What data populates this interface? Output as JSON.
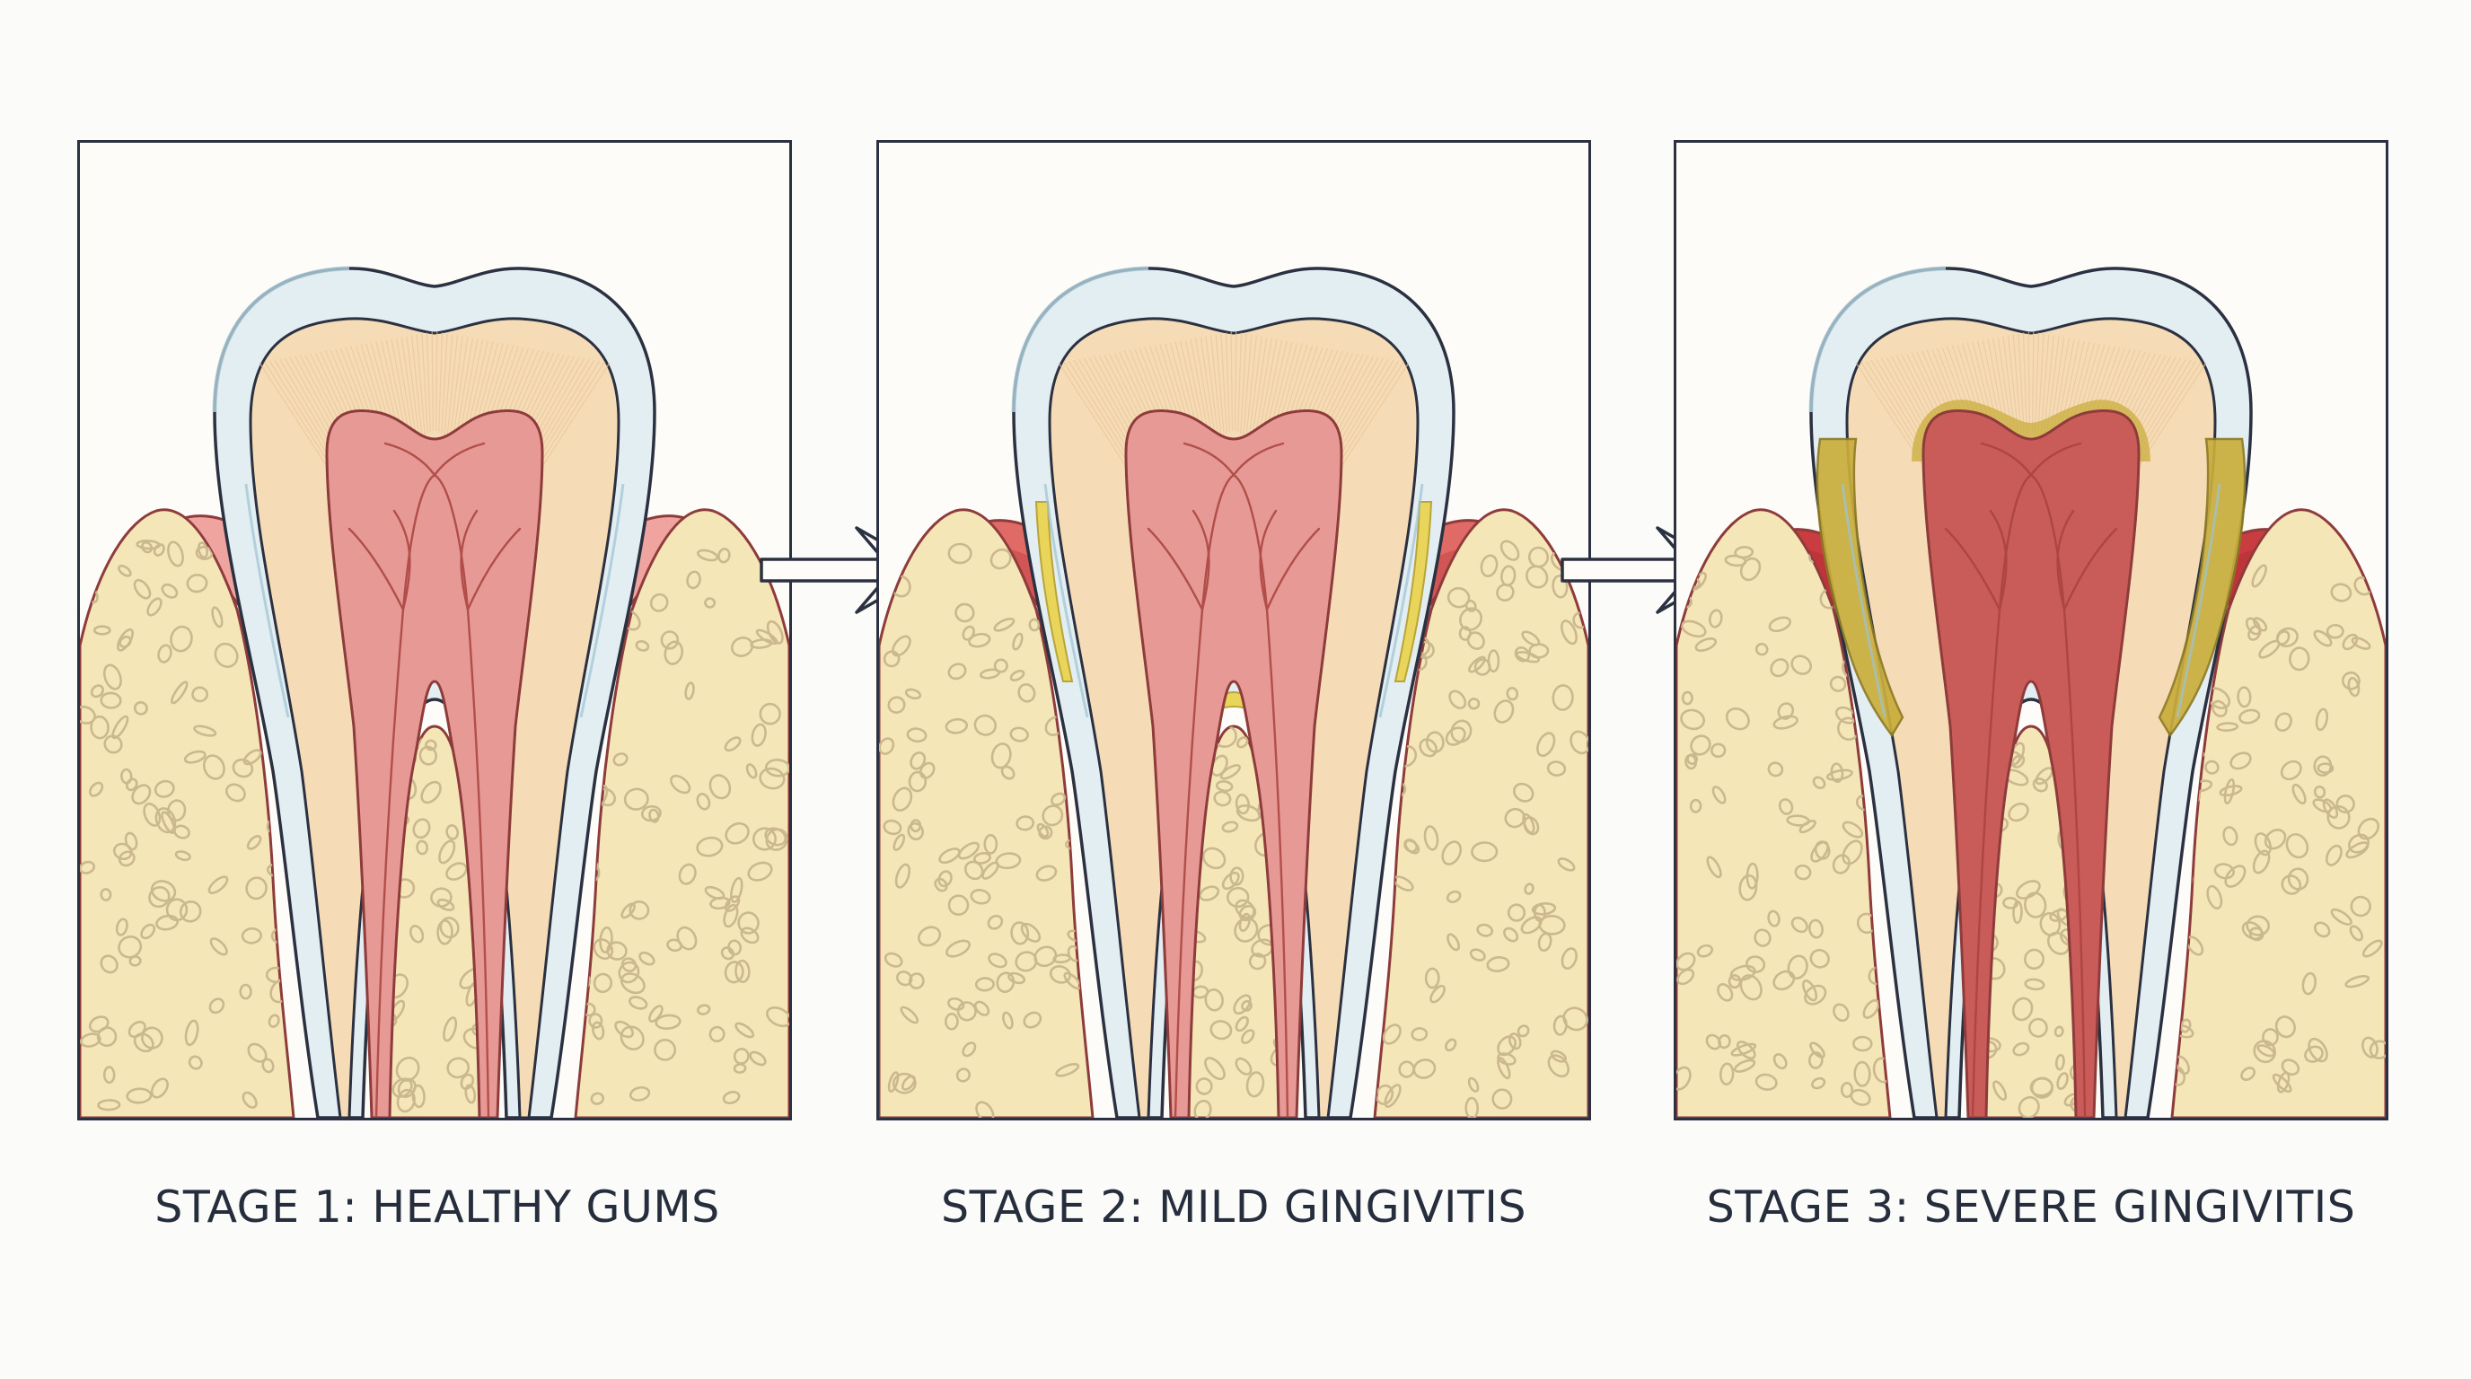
{
  "stages": [
    {
      "caption": "STAGE 1: HEALTHY GUMS",
      "severity": 0
    },
    {
      "caption": "STAGE 2: MILD GINGIVITIS",
      "severity": 1
    },
    {
      "caption": "STAGE 3: SEVERE GINGIVITIS",
      "severity": 2
    }
  ],
  "colors": {
    "border": "#2b3140",
    "enamel": "#e3eef2",
    "dentin": "#f6dcb6",
    "pulp": "#e79a95",
    "bone": "#f5e6b8",
    "bone_spots": "#cbb88f",
    "gum_healthy": "#f0a4a0",
    "gum_mild": "#e06a66",
    "gum_severe": "#c93c3f",
    "plaque_mild": "#e9d55a",
    "plaque_severe": "#c9ad3b",
    "nerve": "#a9413d"
  },
  "arrows": [
    "arrow-right-icon",
    "arrow-right-icon"
  ]
}
